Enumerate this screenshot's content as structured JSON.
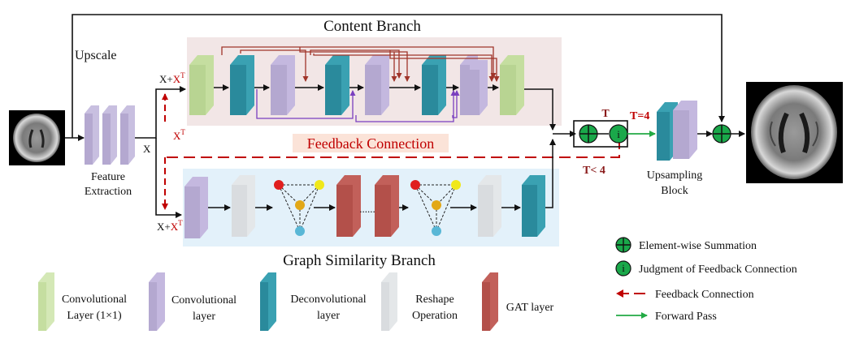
{
  "titles": {
    "content_branch": "Content Branch",
    "graph_branch": "Graph Similarity Branch",
    "feedback_connection": "Feedback Connection"
  },
  "labels": {
    "upscale": "Upscale",
    "feature_extraction_line1": "Feature",
    "feature_extraction_line2": "Extraction",
    "x": "X",
    "x_plus_xt_top": "X+",
    "x_plus_xt_bottom": "X+",
    "xt_sup": "X",
    "t_sup": "T",
    "t": "T",
    "t_eq_4": "T=4",
    "t_lt_4": "T< 4",
    "upsampling_line1": "Upsampling",
    "upsampling_line2": "Block",
    "ellipsis": "......"
  },
  "legend_right": {
    "element_wise": "Element-wise Summation",
    "judgment": "Judgment of Feedback Connection",
    "feedback": "Feedback Connection",
    "forward": "Forward Pass",
    "judgment_symbol": "i"
  },
  "legend_bottom": [
    {
      "line1": "Convolutional",
      "line2": "Layer (1×1)",
      "color": "#c5dea0"
    },
    {
      "line1": "Convolutional",
      "line2": "layer",
      "color": "#b4a8d0"
    },
    {
      "line1": "Deconvolutional",
      "line2": "layer",
      "color": "#2a8a9c"
    },
    {
      "line1": "Reshape",
      "line2": "Operation",
      "color": "#d9dcdf"
    },
    {
      "line1": "GAT layer",
      "line2": "",
      "color": "#b3504a"
    }
  ],
  "colors": {
    "green_conv": "#c5dea0",
    "purple_conv": "#b4a8d0",
    "teal_deconv": "#2a8a9c",
    "reshape_gray": "#d9dcdf",
    "gat_red": "#b3504a",
    "content_bg": "#f2e6e6",
    "graph_bg": "#e3f1fa",
    "feedback_red": "#c00000",
    "forward_green": "#22aa44",
    "sum_green": "#1aa84a"
  }
}
